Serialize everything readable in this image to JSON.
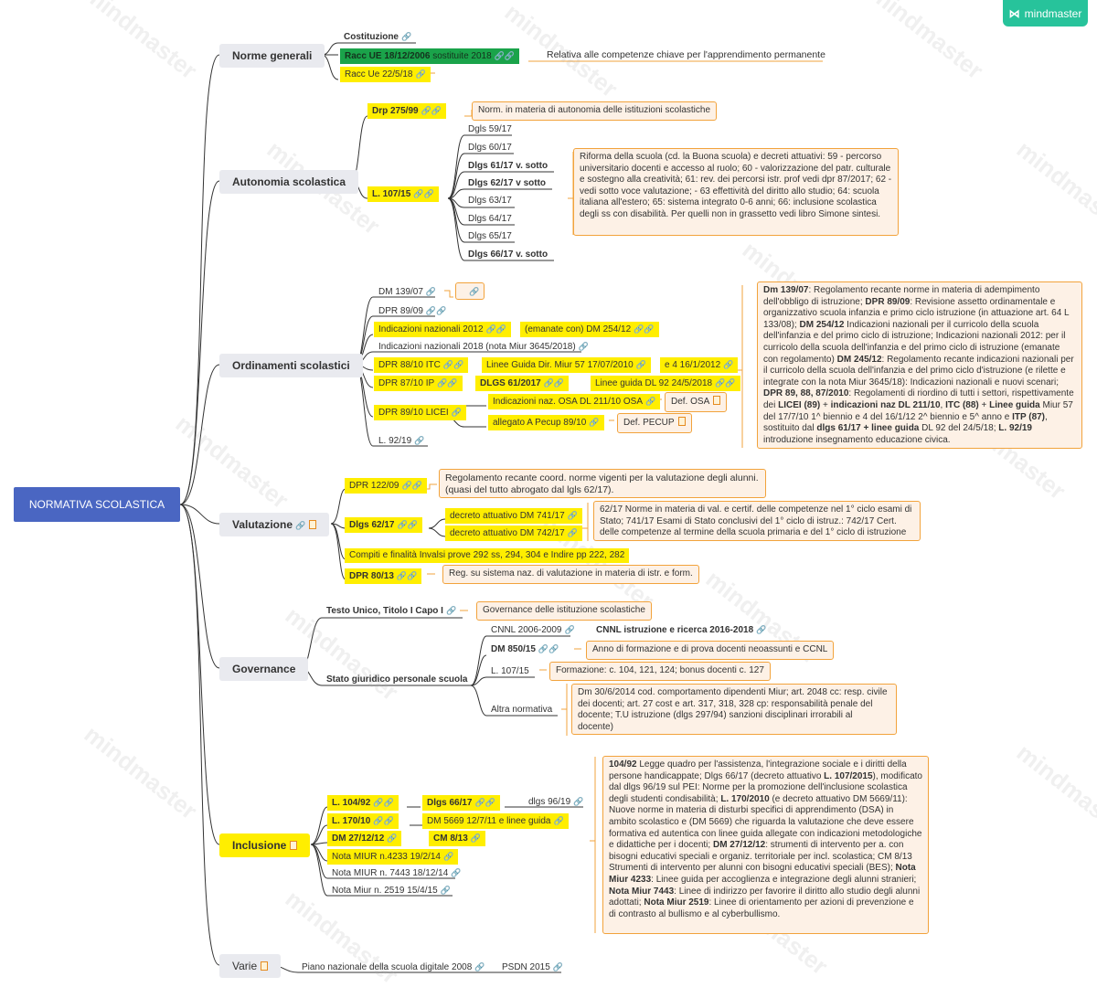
{
  "brand": "mindmaster",
  "watermark": "mindmaster",
  "root": "NORMATIVA SCOLASTICA",
  "branches": {
    "norme": "Norme generali",
    "autonomia": "Autonomia scolastica",
    "ordinamenti": "Ordinamenti scolastici",
    "valutazione": "Valutazione",
    "governance": "Governance",
    "inclusione": "Inclusione",
    "varie": "Varie"
  },
  "norme": {
    "costituzione": "Costituzione",
    "racc2006": "Racc UE 18/12/2006",
    "racc2006_suffix": "sostituite 2018",
    "racc2018": "Racc Ue 22/5/18",
    "note_racc": "Relativa alle competenze chiave per l'apprendimento permanente"
  },
  "autonomia": {
    "drp": "Drp 275/99",
    "note_drp": "Norm. in materia di autonomia delle istituzioni scolastiche",
    "l107": "L. 107/15",
    "dlgs": [
      "Dgls 59/17",
      "Dlgs 60/17",
      "Dlgs 61/17 v. sotto",
      "Dlgs 62/17 v sotto",
      "Dlgs 63/17",
      "Dlgs 64/17",
      "Dlgs 65/17",
      "Dlgs 66/17 v. sotto"
    ],
    "note_riforma": "Riforma della scuola (cd. la Buona scuola) e decreti attuativi: 59 - percorso universitario docenti e accesso al ruolo; 60 - valorizzazione del patr. culturale e sostegno alla creatività; 61: rev. dei percorsi istr. prof vedi dpr 87/2017; 62 - vedi sotto voce valutazione; - 63 effettività del diritto allo studio; 64: scuola italiana all'estero; 65: sistema integrato 0-6 anni; 66: inclusione scolastica degli ss con disabilità. Per quelli non in grassetto vedi libro Simone sintesi."
  },
  "ordinamenti": {
    "dm139": "DM 139/07",
    "dpr89": "DPR 89/09",
    "ind2012": "Indicazioni nazionali 2012",
    "emanate": "(emanate con) DM 254/12",
    "ind2018": "Indicazioni nazionali 2018 (nota Miur 3645/2018)",
    "dpr88": "DPR 88/10 ITC",
    "lg57": "Linee Guida Dir. Miur 57 17/07/2010",
    "e4": "e 4 16/1/2012",
    "dpr87": "DPR 87/10 IP",
    "dlgs61": "DLGS 61/2017",
    "lg92": "Linee guida DL 92 24/5/2018",
    "dpr89licei": "DPR 89/10 LICEI",
    "osa": "Indicazioni naz. OSA DL 211/10 OSA",
    "def_osa": "Def. OSA",
    "pecup": "allegato A Pecup 89/10",
    "def_pecup": "Def. PECUP",
    "l92": "L. 92/19",
    "note": [
      {
        "t": "Dm 139/07",
        "b": true
      },
      {
        "t": ": Regolamento recante norme in materia di adempimento dell'obbligo di istruzione; ",
        "b": false
      },
      {
        "t": "DPR 89/09",
        "b": true
      },
      {
        "t": ": Revisione assetto ordinamentale e organizzativo scuola infanzia e primo ciclo istruzione (in attuazione art. 64 L 133/08); ",
        "b": false
      },
      {
        "t": "DM 254/12",
        "b": true
      },
      {
        "t": " Indicazioni nazionali per il curricolo della scuola dell'infanzia e del primo ciclo di istruzione; Indicazioni nazionali 2012: per il curricolo della scuola dell'infanzia e del primo ciclo di istruzione  (emanate con regolamento) ",
        "b": false
      },
      {
        "t": "DM 245/12",
        "b": true
      },
      {
        "t": ": Regolamento recante indicazioni nazionali per il curricolo della scuola dell'infanzia e del primo ciclo d'istruzione (e rilette e integrate con la nota Miur 3645/18): Indicazioni nazionali e nuovi scenari; ",
        "b": false
      },
      {
        "t": "DPR 89, 88, 87/2010",
        "b": true
      },
      {
        "t": ": Regolamenti di riordino di tutti i settori, rispettivamente dei ",
        "b": false
      },
      {
        "t": "LICEI (89)",
        "b": true
      },
      {
        "t": " + ",
        "b": false
      },
      {
        "t": "indicazioni naz DL 211/10",
        "b": true
      },
      {
        "t": ", ",
        "b": false
      },
      {
        "t": "ITC (88)",
        "b": true
      },
      {
        "t": " + ",
        "b": false
      },
      {
        "t": "Linee guida",
        "b": true
      },
      {
        "t": " Miur 57 del 17/7/10 1^ biennio e 4 del 16/1/12 2^ biennio e 5^ anno e ",
        "b": false
      },
      {
        "t": "ITP (87)",
        "b": true
      },
      {
        "t": ", sostituito dal ",
        "b": false
      },
      {
        "t": "dlgs 61/17 + linee guida",
        "b": true
      },
      {
        "t": " DL 92 del 24/5/18; ",
        "b": false
      },
      {
        "t": "L. 92/19",
        "b": true
      },
      {
        "t": " introduzione insegnamento educazione civica.",
        "b": false
      }
    ]
  },
  "valutazione": {
    "dpr122": "DPR 122/09",
    "note_dpr122": "Regolamento recante coord. norme vigenti per la valutazione degli alunni. (quasi del tutto abrogato dal lgls 62/17).",
    "dlgs62": "Dlgs 62/17",
    "dm741": "decreto attuativo DM 741/17",
    "dm742": "decreto attuativo DM 742/17",
    "note_dlgs62": "62/17 Norme in materia di val. e certif. delle competenze nel 1° ciclo esami di Stato; 741/17 Esami di Stato conclusivi del 1° ciclo di istruz.: 742/17 Cert. delle competenze al termine della scuola primaria e del 1° ciclo di istruzione",
    "compiti": "Compiti e finalità Invalsi prove 292 ss, 294, 304 e Indire pp 222, 282",
    "dpr80": "DPR 80/13",
    "note_dpr80": "Reg. su sistema naz. di valutazione in materia di istr. e form."
  },
  "governance": {
    "testo_unico": "Testo Unico, Titolo I Capo I",
    "note_tu": "Governance delle istituzione scolastiche",
    "stato": "Stato giuridico personale scuola",
    "cnnl2006": "CNNL 2006-2009",
    "cnnl2016": "CNNL istruzione e ricerca 2016-2018",
    "dm850": "DM 850/15",
    "note_dm850": "Anno di formazione e di prova docenti neoassunti e CCNL",
    "l107": "L. 107/15",
    "note_l107": "Formazione: c. 104, 121, 124; bonus docenti c. 127",
    "altra": "Altra normativa",
    "note_altra": "Dm 30/6/2014 cod. comportamento dipendenti Miur; art. 2048 cc: resp. civile dei docenti; art. 27 cost e art. 317, 318, 328 cp: responsabilità penale del docente; T.U istruzione (dlgs 297/94) sanzioni disciplinari irrorabili al docente)"
  },
  "inclusione": {
    "l104": "L. 104/92",
    "dlgs66": "Dlgs 66/17",
    "dlgs96": "dlgs 96/19",
    "l170": "L. 170/10",
    "dm5669": "DM 5669 12/7/11 e linee guida",
    "dm27": "DM 27/12/12",
    "cm8": "CM 8/13",
    "nota4233": "Nota MIUR n.4233 19/2/14",
    "nota7443": "Nota MIUR n. 7443 18/12/14",
    "nota2519": "Nota Miur n. 2519 15/4/15",
    "note": [
      {
        "t": "104/92",
        "b": true
      },
      {
        "t": " Legge quadro per l'assistenza, l'integrazione sociale e i diritti della persone handicappate; Dlgs 66/17 (decreto attuativo ",
        "b": false
      },
      {
        "t": "L. 107/2015",
        "b": true
      },
      {
        "t": "), modificato dal dlgs 96/19 sul PEI: Norme per la promozione dell'inclusione scolastica degli studenti condisabilità; ",
        "b": false
      },
      {
        "t": "L. 170/2010",
        "b": true
      },
      {
        "t": " (e decreto attuativo DM 5669/11): Nuove norme in materia di disturbi specifici di apprendimento (DSA) in ambito scolastico e (DM 5669) che riguarda la valutazione che deve essere formativa ed autentica con linee guida allegate con indicazioni metodologiche e didattiche per i docenti; ",
        "b": false
      },
      {
        "t": "DM 27/12/12",
        "b": true
      },
      {
        "t": ": strumenti di intervento per a. con bisogni educativi speciali e organiz. territoriale per incl. scolastica; CM 8/13 Strumenti di intervento per alunni con bisogni educativi speciali (BES); ",
        "b": false
      },
      {
        "t": "Nota Miur 4233",
        "b": true
      },
      {
        "t": ": Linee guida per accoglienza e integrazione degli alunni stranieri; ",
        "b": false
      },
      {
        "t": "Nota Miur 7443",
        "b": true
      },
      {
        "t": ": Linee di indirizzo per favorire il diritto allo studio degli alunni adottati; ",
        "b": false
      },
      {
        "t": "Nota Miur 2519",
        "b": true
      },
      {
        "t": ": Linee di orientamento per azioni di prevenzione e di contrasto al bullismo e al cyberbullismo.",
        "b": false
      }
    ]
  },
  "varie": {
    "piano": "Piano nazionale della scuola digitale 2008",
    "psdn": "PSDN 2015"
  },
  "colors": {
    "highlight": "#ffee00",
    "green": "#1aa34a",
    "root": "#4a66c2",
    "note_border": "#f2a33c",
    "note_bg": "#fdf1e6",
    "branch_bg": "#e9eaef",
    "brand": "#27c39b"
  }
}
